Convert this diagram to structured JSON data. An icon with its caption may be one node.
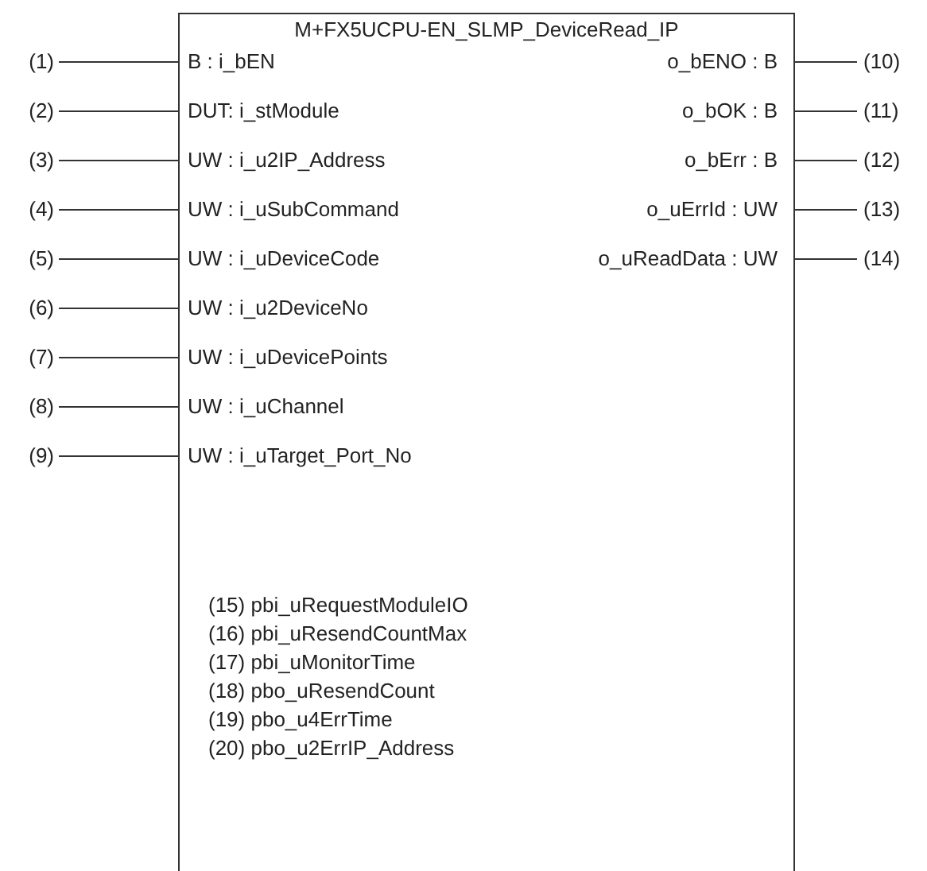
{
  "diagram": {
    "nodes": [
      {
        "text": [
          "M+FX5UCPU-EN_SLMP_DeviceRead_IP"
        ]
      },
      {
        "text": [
          "B : i_bEN"
        ],
        "in": 0
      },
      {
        "text": [
          "DUT: i_stModule"
        ],
        "in": 0
      },
      {
        "text": [
          "UW : i_u2IP_Address"
        ],
        "in": 0
      },
      {
        "text": [
          "UW : i_uSubCommand"
        ],
        "in": 0
      },
      {
        "text": [
          "UW : i_uDeviceCode"
        ],
        "in": 0
      },
      {
        "text": [
          "UW : i_u2DeviceNo"
        ],
        "in": 0
      },
      {
        "text": [
          "UW : i_uDevicePoints"
        ],
        "in": 0
      },
      {
        "text": [
          "UW : i_uChannel"
        ],
        "in": 0
      },
      {
        "text": [
          "UW : i_uTarget_Port_No"
        ],
        "in": 0
      },
      {
        "text": [
          "o_bENO : B"
        ],
        "in": 0
      },
      {
        "text": [
          "o_bOK : B"
        ],
        "in": 0
      },
      {
        "text": [
          "o_bErr : B"
        ],
        "in": 0
      },
      {
        "text": [
          "o_uErrId : UW"
        ],
        "in": 0
      },
      {
        "text": [
          "o_uReadData : UW"
        ],
        "in": 0
      },
      {
        "text": [
          "(1)"
        ]
      },
      {
        "text": [
          "(2)"
        ]
      },
      {
        "text": [
          "(3)"
        ]
      },
      {
        "text": [
          "(4)"
        ]
      },
      {
        "text": [
          "(5)"
        ]
      },
      {
        "text": [
          "(6)"
        ]
      },
      {
        "text": [
          "(7)"
        ]
      },
      {
        "text": [
          "(8)"
        ]
      },
      {
        "text": [
          "(9)"
        ]
      },
      {
        "text": [
          "(10)"
        ]
      },
      {
        "text": [
          "(11)"
        ]
      },
      {
        "text": [
          "(12)"
        ]
      },
      {
        "text": [
          "(13)"
        ]
      },
      {
        "text": [
          "(14)"
        ]
      }
    ],
    "edges": [
      {
        "from": 15,
        "to": 1,
        "arrow": "none"
      },
      {
        "from": 16,
        "to": 2,
        "arrow": "none"
      },
      {
        "from": 17,
        "to": 3,
        "arrow": "none"
      },
      {
        "from": 18,
        "to": 4,
        "arrow": "none"
      },
      {
        "from": 19,
        "to": 5,
        "arrow": "none"
      },
      {
        "from": 20,
        "to": 6,
        "arrow": "none"
      },
      {
        "from": 21,
        "to": 7,
        "arrow": "none"
      },
      {
        "from": 22,
        "to": 8,
        "arrow": "none"
      },
      {
        "from": 23,
        "to": 9,
        "arrow": "none"
      },
      {
        "from": 10,
        "to": 24,
        "arrow": "none"
      },
      {
        "from": 11,
        "to": 25,
        "arrow": "none"
      },
      {
        "from": 12,
        "to": 26,
        "arrow": "none"
      },
      {
        "from": 13,
        "to": 27,
        "arrow": "none"
      },
      {
        "from": 14,
        "to": 28,
        "arrow": "none"
      }
    ],
    "labels": [
      "(15) pbi_uRequestModuleIO",
      "(16) pbi_uResendCountMax",
      "(17) pbi_uMonitorTime",
      "(18) pbo_uResendCount",
      "(19) pbo_u4ErrTime",
      "(20) pbo_u2ErrIP_Address"
    ]
  }
}
